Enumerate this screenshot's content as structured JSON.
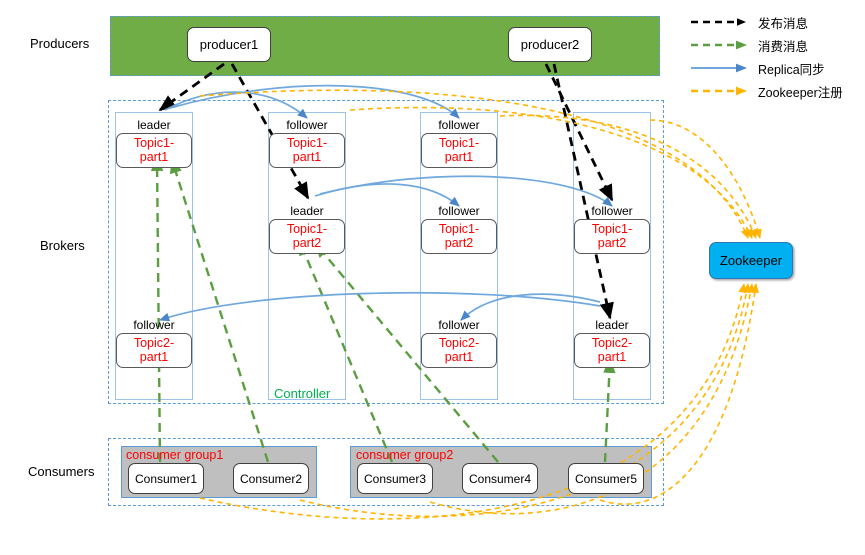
{
  "sections": {
    "producers_label": "Producers",
    "brokers_label": "Brokers",
    "consumers_label": "Consumers"
  },
  "producers": [
    {
      "name": "producer1"
    },
    {
      "name": "producer2"
    }
  ],
  "brokers": [
    {
      "id": "broker1",
      "controller": "",
      "cells": [
        {
          "role": "leader",
          "topic": "Topic1-",
          "partition": "part1"
        },
        {
          "role": "",
          "topic": "",
          "partition": ""
        },
        {
          "role": "follower",
          "topic": "Topic2-",
          "partition": "part1"
        }
      ]
    },
    {
      "id": "broker2",
      "controller": "Controller",
      "cells": [
        {
          "role": "follower",
          "topic": "Topic1-",
          "partition": "part1"
        },
        {
          "role": "leader",
          "topic": "Topic1-",
          "partition": "part2"
        },
        {
          "role": "",
          "topic": "",
          "partition": ""
        }
      ]
    },
    {
      "id": "broker3",
      "controller": "",
      "cells": [
        {
          "role": "follower",
          "topic": "Topic1-",
          "partition": "part1"
        },
        {
          "role": "follower",
          "topic": "Topic1-",
          "partition": "part2"
        },
        {
          "role": "follower",
          "topic": "Topic2-",
          "partition": "part1"
        }
      ]
    },
    {
      "id": "broker4",
      "controller": "",
      "cells": [
        {
          "role": "",
          "topic": "",
          "partition": ""
        },
        {
          "role": "follower",
          "topic": "Topic1-",
          "partition": "part2"
        },
        {
          "role": "leader",
          "topic": "Topic2-",
          "partition": "part1"
        }
      ]
    }
  ],
  "consumer_groups": [
    {
      "title": "consumer group1",
      "consumers": [
        {
          "name": "Consumer1"
        },
        {
          "name": "Consumer2"
        }
      ]
    },
    {
      "title": "consumer group2",
      "consumers": [
        {
          "name": "Consumer3"
        },
        {
          "name": "Consumer4"
        },
        {
          "name": "Consumer5"
        }
      ]
    }
  ],
  "zookeeper": {
    "label": "Zookeeper"
  },
  "legend": {
    "items": [
      {
        "label": "发布消息",
        "color": "#000000",
        "style": "dashed"
      },
      {
        "label": "消费消息",
        "color": "#5b9e41",
        "style": "dashed"
      },
      {
        "label": "Replica同步",
        "color": "#6fa8dc",
        "style": "solid"
      },
      {
        "label": "Zookeeper注册",
        "color": "#ffb400",
        "style": "dashed"
      }
    ]
  },
  "colors": {
    "producer_band": "#70ad47",
    "partition_text": "#ff0000",
    "controller_text": "#00b050",
    "zookeeper_fill": "#00b0f0",
    "group_fill": "#bfbfbf",
    "dashed_border": "#5b9bd5",
    "publish": "#000000",
    "consume": "#5b9e41",
    "replica": "#6fa8dc",
    "register": "#ffb400"
  }
}
